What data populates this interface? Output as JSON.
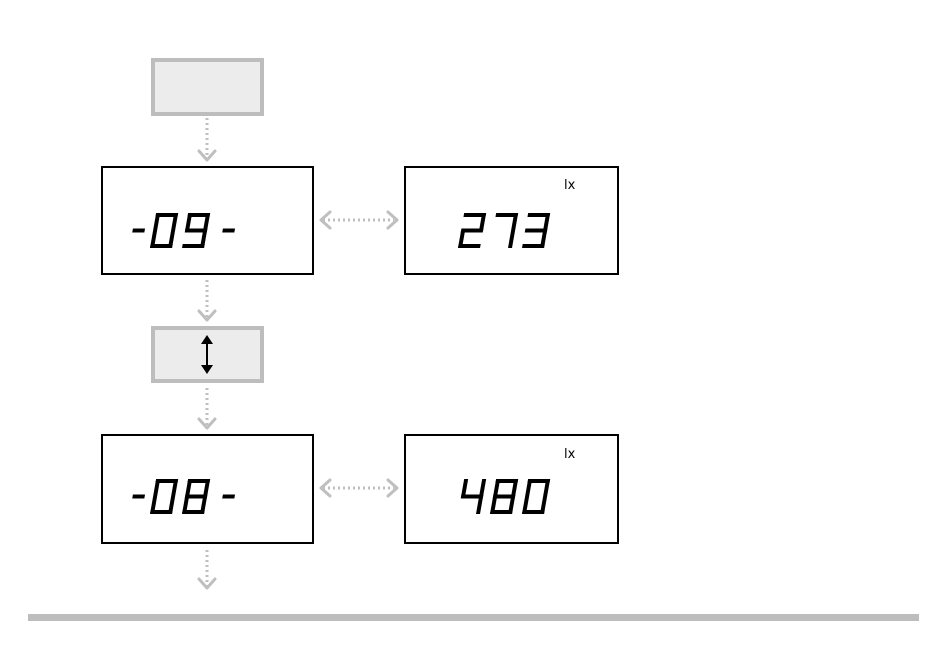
{
  "steps": [
    {
      "code": "-09-",
      "reading": "273",
      "unit": "lx"
    },
    {
      "code": "-08-",
      "reading": "480",
      "unit": "lx"
    }
  ],
  "colors": {
    "display_border": "#000000",
    "button_fill": "#ececec",
    "button_border": "#bdbdbd",
    "arrow": "#bfbfbf",
    "rule": "#bdbdbd"
  },
  "icons": {
    "top_button": "blank-button",
    "middle_button": "up-down-arrow-icon"
  }
}
